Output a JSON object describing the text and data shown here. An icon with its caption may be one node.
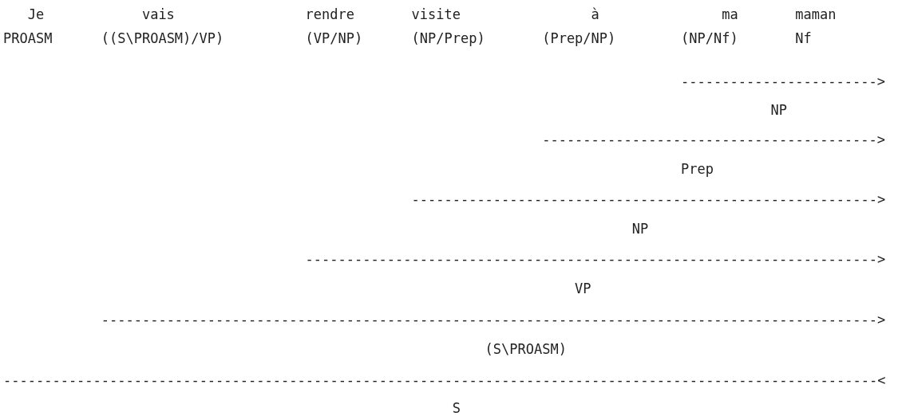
{
  "diagram": {
    "labels": [
      "Je",
      "vais",
      "rendre",
      "visite",
      "à",
      "ma",
      "maman",
      "PROASM",
      "((S\\PROASM)/VP)",
      "(VP/NP)",
      "(NP/Prep)",
      "(Prep/NP)",
      "(NP/Nf)",
      "Nf",
      "------------------------>",
      "NP",
      "----------------------------------------->",
      "Prep",
      "--------------------------------------------------------->",
      "NP",
      "---------------------------------------------------------------------->",
      "VP",
      "----------------------------------------------------------------------------------------------->",
      "(S\\PROASM)",
      "-----------------------------------------------------------------------------------------------------------<",
      "S"
    ]
  }
}
